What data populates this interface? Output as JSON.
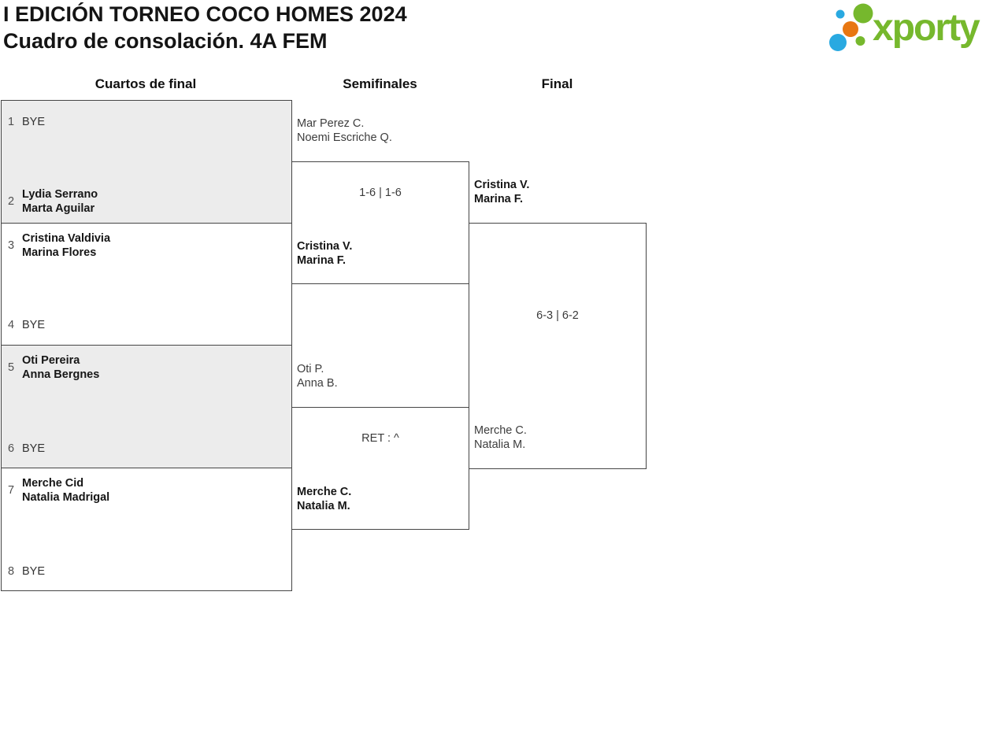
{
  "header": {
    "title_line1": "I EDICIÓN TORNEO COCO HOMES 2024",
    "title_line2": "Cuadro de consolación. 4A FEM",
    "logo_text": "xporty"
  },
  "colors": {
    "logo_green": "#76b82d",
    "logo_blue": "#29a9e1",
    "logo_orange": "#e87711",
    "shaded_box": "#ececec",
    "box_border": "#454545"
  },
  "columns": [
    {
      "label": "Cuartos de final"
    },
    {
      "label": "Semifinales"
    },
    {
      "label": "Final"
    }
  ],
  "quarterfinals": [
    {
      "slots": [
        {
          "seed": "1",
          "lines": [
            "BYE"
          ],
          "bye": true
        },
        {
          "seed": "2",
          "lines": [
            "Lydia Serrano",
            "Marta Aguilar"
          ],
          "bye": false
        }
      ]
    },
    {
      "slots": [
        {
          "seed": "3",
          "lines": [
            "Cristina Valdivia",
            "Marina Flores"
          ],
          "bye": false
        },
        {
          "seed": "4",
          "lines": [
            "BYE"
          ],
          "bye": true
        }
      ]
    },
    {
      "slots": [
        {
          "seed": "5",
          "lines": [
            "Oti Pereira",
            "Anna Bergnes"
          ],
          "bye": false
        },
        {
          "seed": "6",
          "lines": [
            "BYE"
          ],
          "bye": true
        }
      ]
    },
    {
      "slots": [
        {
          "seed": "7",
          "lines": [
            "Merche Cid",
            "Natalia Madrigal"
          ],
          "bye": false
        },
        {
          "seed": "8",
          "lines": [
            "BYE"
          ],
          "bye": true
        }
      ]
    }
  ],
  "semifinals": [
    {
      "top_team": {
        "lines": [
          "Mar Perez C.",
          "Noemi Escriche Q."
        ],
        "winner": false
      },
      "score": "1-6 | 1-6",
      "bottom_team": {
        "lines": [
          "Cristina V.",
          "Marina F."
        ],
        "winner": true
      }
    },
    {
      "top_team": {
        "lines": [
          "Oti P.",
          "Anna B."
        ],
        "winner": false
      },
      "score": "RET : ^",
      "bottom_team": {
        "lines": [
          "Merche C.",
          "Natalia M."
        ],
        "winner": true
      }
    }
  ],
  "final": {
    "top_team": {
      "lines": [
        "Cristina V.",
        "Marina F."
      ],
      "winner": true
    },
    "score": "6-3 | 6-2",
    "bottom_team": {
      "lines": [
        "Merche C.",
        "Natalia M."
      ],
      "winner": false
    }
  }
}
